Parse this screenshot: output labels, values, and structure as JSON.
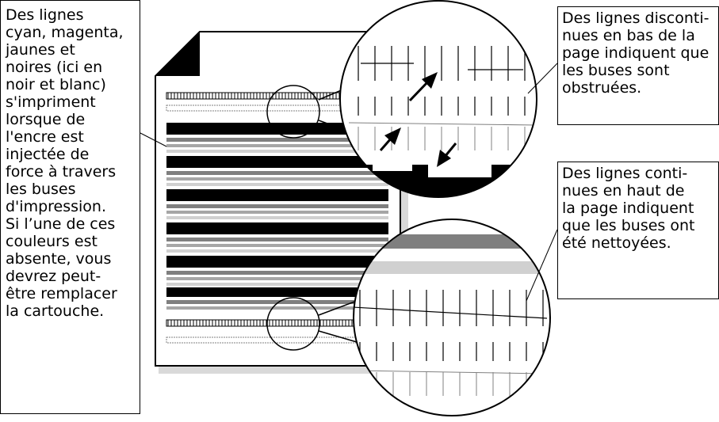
{
  "callouts": {
    "left": "Des lignes\ncyan, magenta,\njaunes et\nnoires (ici en\nnoir et blanc)\ns'impriment\nlorsque de\nl'encre est\ninjectée de\nforce à travers\nles buses\nd'impression.\nSi l’une de ces\ncouleurs est\nabsente, vous\ndevrez peut-\nêtre remplacer\nla cartouche.",
    "top_right": "Des lignes disconti-\nnues en bas de la\npage indiquent que\nles buses sont\nobstruées.",
    "bottom_right": "Des lignes conti-\nnues en haut de\nla page indiquent\nque les buses ont\nété nettoyées."
  },
  "colors": {
    "ink": "#000000",
    "gray_dark": "#7f7f7f",
    "gray_mid": "#a6a6a6",
    "gray_light": "#d0d0d0",
    "shadow": "#d9d9d9",
    "paper": "#ffffff"
  }
}
